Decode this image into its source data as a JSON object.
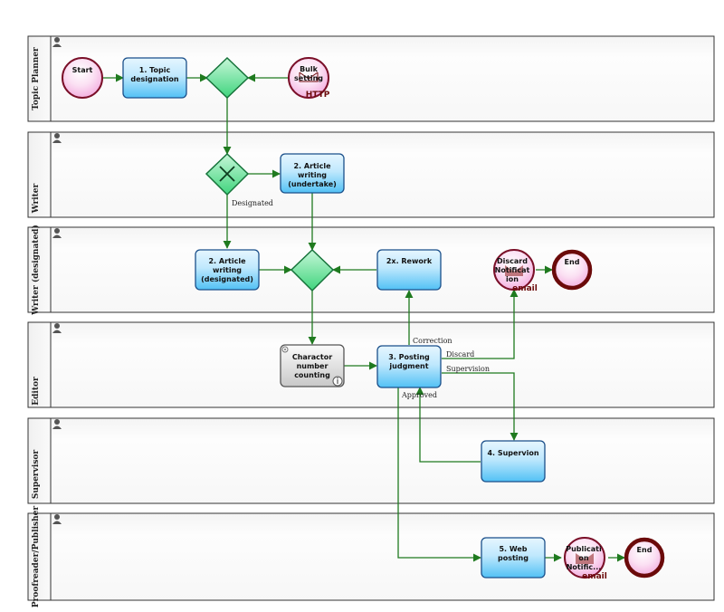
{
  "lanes": [
    {
      "id": "topic_planner",
      "label": "Topic Planner"
    },
    {
      "id": "writer",
      "label": "Writer"
    },
    {
      "id": "writer_designated",
      "label": "Writer (designated)"
    },
    {
      "id": "editor",
      "label": "Editor"
    },
    {
      "id": "supervisor",
      "label": "Supervisor"
    },
    {
      "id": "proofreader",
      "label": "Proofreader/Publisher"
    }
  ],
  "events": {
    "start": {
      "label": "Start"
    },
    "bulk_setting": {
      "lines": [
        "Bulk",
        "setting"
      ],
      "tag": "HTTP"
    },
    "discard_notification": {
      "lines": [
        "Discard",
        "Notificat",
        "ion"
      ],
      "tag": "email"
    },
    "end_discard": {
      "label": "End"
    },
    "publication_notification": {
      "lines": [
        "Publicati",
        "on",
        "Notific..."
      ],
      "tag": "email"
    },
    "end_publish": {
      "label": "End"
    }
  },
  "tasks": {
    "topic_designation": {
      "lines": [
        "1. Topic",
        "designation"
      ]
    },
    "article_undertake": {
      "lines": [
        "2. Article",
        "writing",
        "(undertake)"
      ]
    },
    "article_designated": {
      "lines": [
        "2. Article",
        "writing",
        "(designated)"
      ]
    },
    "rework": {
      "lines": [
        "2x. Rework"
      ]
    },
    "char_count": {
      "lines": [
        "Charactor",
        "number",
        "counting"
      ]
    },
    "posting_judgment": {
      "lines": [
        "3. Posting",
        "judgment"
      ]
    },
    "supervision": {
      "lines": [
        "4. Supervion"
      ]
    },
    "web_posting": {
      "lines": [
        "5. Web",
        "posting"
      ]
    }
  },
  "flow_labels": {
    "designated": "Designated",
    "correction": "Correction",
    "discard": "Discard",
    "supervision": "Supervision",
    "approved": "Approved"
  },
  "colors": {
    "task_fill_top": "#e6f6ff",
    "task_fill_bottom": "#52c1f5",
    "task_stroke": "#1a4f8a",
    "gray_task_top": "#fbfbfb",
    "gray_task_bottom": "#c8c8c8",
    "gateway_fill": "#6fe29b",
    "gateway_stroke": "#16733a",
    "event_fill": "#f7c7ea",
    "event_stroke": "#7a0f28",
    "flow": "#1f7a1f"
  }
}
